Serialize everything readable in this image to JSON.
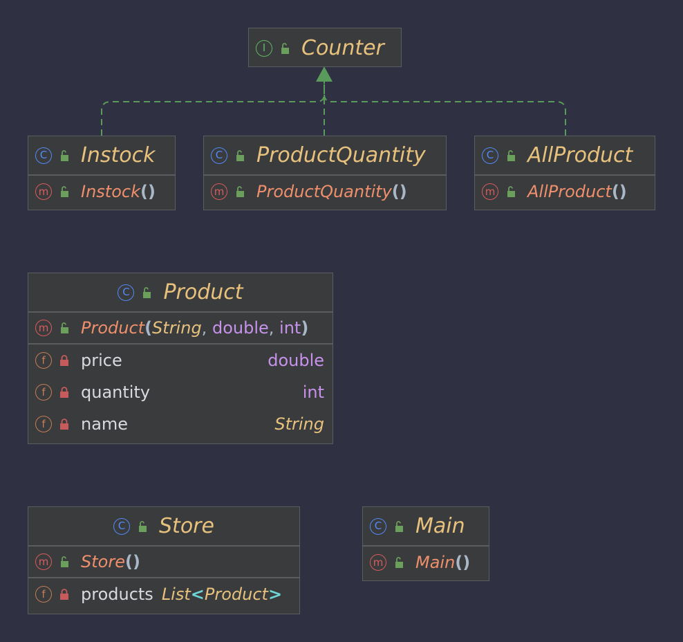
{
  "colors": {
    "background": "#2f3142",
    "node_fill": "#393b3d",
    "class_badge": "#548af7",
    "interface_badge": "#5fb865",
    "method_badge": "#db5c5c",
    "field_badge": "#c77d55",
    "type_name": "#e8c17d",
    "method_name": "#ef8f6b",
    "primitive_type": "#c792ea",
    "edge": "#5a9a5a"
  },
  "icons": {
    "interface": "I",
    "class": "C",
    "method": "m",
    "field": "f",
    "public": "unlock-icon",
    "private": "lock-icon"
  },
  "nodes": {
    "counter": {
      "title": "Counter"
    },
    "instock": {
      "title": "Instock",
      "ctor": "Instock",
      "parens": "()"
    },
    "productquantity": {
      "title": "ProductQuantity",
      "ctor": "ProductQuantity",
      "parens": "()"
    },
    "allproduct": {
      "title": "AllProduct",
      "ctor": "AllProduct",
      "parens": "()"
    },
    "product": {
      "title": "Product",
      "ctor": "Product",
      "open": "(",
      "p1": "String",
      "comma": ",",
      "p2": "double",
      "p3": "int",
      "close": ")",
      "fields": [
        {
          "name": "price",
          "type": "double"
        },
        {
          "name": "quantity",
          "type": "int"
        },
        {
          "name": "name",
          "type": "String"
        }
      ]
    },
    "store": {
      "title": "Store",
      "ctor": "Store",
      "parens": "()",
      "field_name": "products",
      "type_base": "List",
      "lt": "<",
      "type_arg": "Product",
      "gt": ">"
    },
    "main": {
      "title": "Main",
      "ctor": "Main",
      "parens": "()"
    }
  },
  "edges": [
    {
      "from": "Instock",
      "to": "Counter",
      "kind": "implements"
    },
    {
      "from": "ProductQuantity",
      "to": "Counter",
      "kind": "implements"
    },
    {
      "from": "AllProduct",
      "to": "Counter",
      "kind": "implements"
    }
  ]
}
